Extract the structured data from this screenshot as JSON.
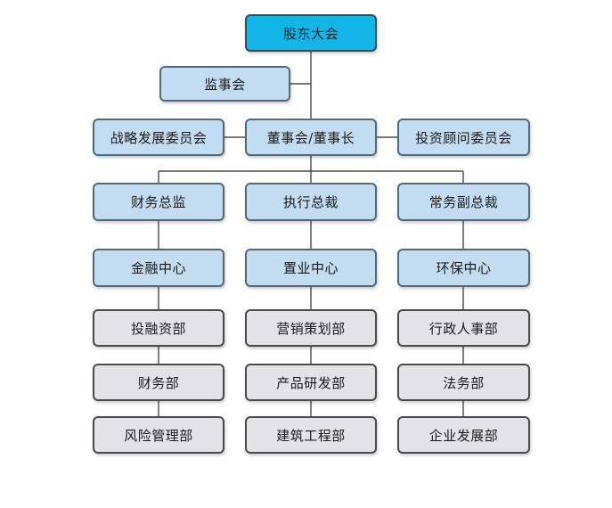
{
  "org_chart": {
    "top": {
      "shareholders": "股东大会",
      "supervisory_board": "监事会",
      "board": "董事会/董事长",
      "strategy_committee": "战略发展委员会",
      "investment_advisory_committee": "投资顾问委员会"
    },
    "executives": {
      "cfo": "财务总监",
      "ceo": "执行总裁",
      "evp": "常务副总裁"
    },
    "centers": {
      "finance_center": "金融中心",
      "property_center": "置业中心",
      "environment_center": "环保中心"
    },
    "departments": {
      "finance_center": [
        "投融资部",
        "财务部",
        "风险管理部"
      ],
      "property_center": [
        "营销策划部",
        "产品研发部",
        "建筑工程部"
      ],
      "environment_center": [
        "行政人事部",
        "法务部",
        "企业发展部"
      ]
    }
  },
  "colors": {
    "top_node": "#12b6e6",
    "blue_node": "#c2dcf1",
    "gray_node": "#e3e3e5",
    "connector": "#4a4a4a"
  }
}
